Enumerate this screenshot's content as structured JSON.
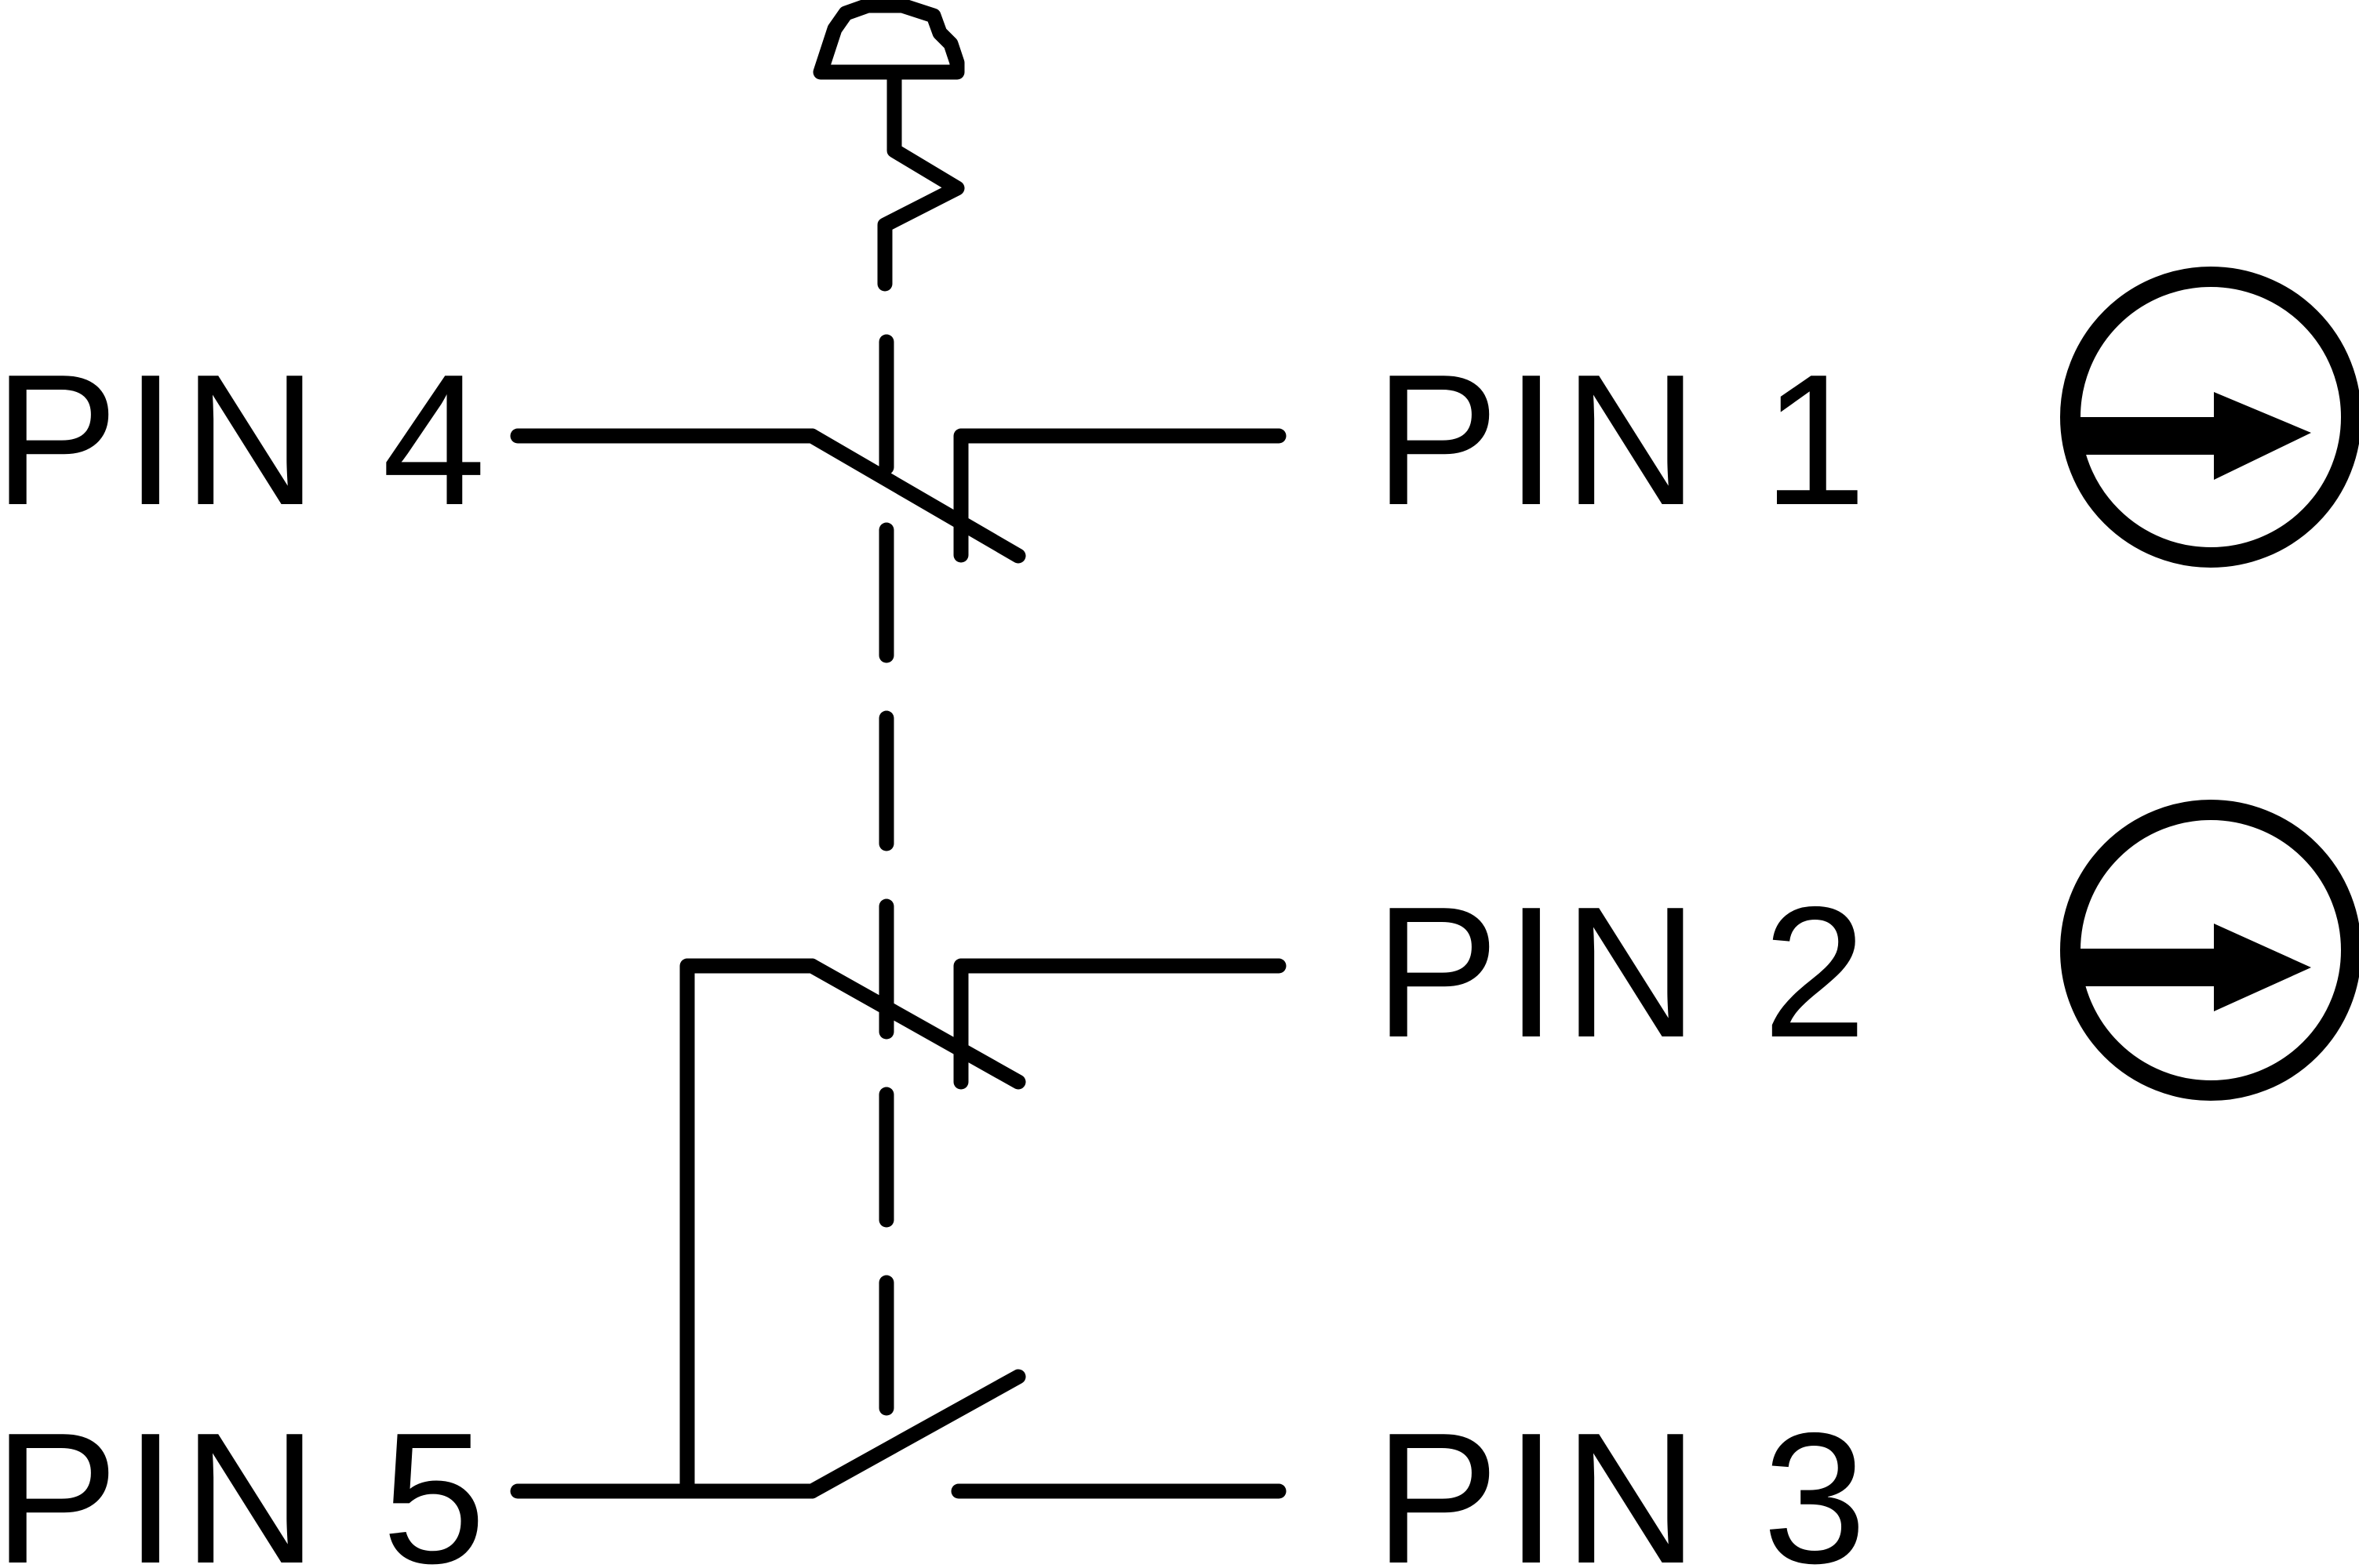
{
  "colors": {
    "line": "#000000",
    "background": "#ffffff"
  },
  "pins": {
    "pin1": "PIN 1",
    "pin2": "PIN 2",
    "pin3": "PIN 3",
    "pin4": "PIN 4",
    "pin5": "PIN 5"
  },
  "icons": {
    "actuator": "push-pull-actuator-icon",
    "indicator_top": "circled-arrow-right-icon",
    "indicator_bottom": "circled-arrow-right-icon"
  }
}
